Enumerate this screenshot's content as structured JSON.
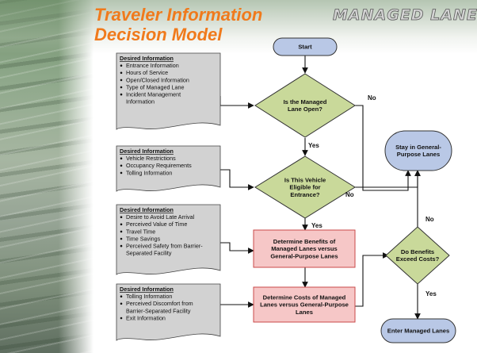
{
  "slide": {
    "title_lines": [
      "Traveler Information",
      "Decision Model"
    ],
    "brand": "MANAGED LANES"
  },
  "colors": {
    "title": "#f07a1c",
    "terminal_fill": "#b9c8e6",
    "decision_fill": "#c9d99a",
    "process_fill": "#f6c7c7",
    "process_stroke": "#c94a4a",
    "document_fill": "#d2d2d2"
  },
  "nodes": {
    "start": "Start",
    "d1": [
      "Is the Managed",
      "Lane Open?"
    ],
    "d2": [
      "Is This Vehicle",
      "Eligible for",
      "Entrance?"
    ],
    "p1": [
      "Determine Benefits of",
      "Managed Lanes versus",
      "General-Purpose Lanes"
    ],
    "p2": [
      "Determine Costs of Managed",
      "Lanes versus General-Purpose",
      "Lanes"
    ],
    "d3": [
      "Do Benefits",
      "Exceed Costs?"
    ],
    "stay": [
      "Stay in General-",
      "Purpose Lanes"
    ],
    "enter": "Enter Managed Lanes"
  },
  "edge_labels": {
    "d1_no": "No",
    "d1_yes": "Yes",
    "d2_no": "No",
    "d2_yes": "Yes",
    "d3_no": "No",
    "d3_yes": "Yes"
  },
  "documents": [
    {
      "heading": "Desired Information",
      "items": [
        "Entrance Information",
        "Hours of Service",
        "Open/Closed Information",
        "Type of Managed Lane",
        "Incident Management",
        "Information"
      ],
      "bulleted": [
        true,
        true,
        true,
        true,
        true,
        false
      ]
    },
    {
      "heading": "Desired Information",
      "items": [
        "Vehicle Restrictions",
        "Occupancy Requirements",
        "Tolling Information"
      ],
      "bulleted": [
        true,
        true,
        true
      ]
    },
    {
      "heading": "Desired Information",
      "items": [
        "Desire to Avoid Late Arrival",
        "Perceived Value of Time",
        "Travel Time",
        "Time Savings",
        "Perceived Safety from Barrier-",
        "Separated Facility"
      ],
      "bulleted": [
        true,
        true,
        true,
        true,
        true,
        false
      ]
    },
    {
      "heading": "Desired Information",
      "items": [
        "Tolling Information",
        "Perceived Discomfort from",
        "Barrier-Separated Facility",
        "Exit Information"
      ],
      "bulleted": [
        true,
        true,
        false,
        true
      ]
    }
  ]
}
